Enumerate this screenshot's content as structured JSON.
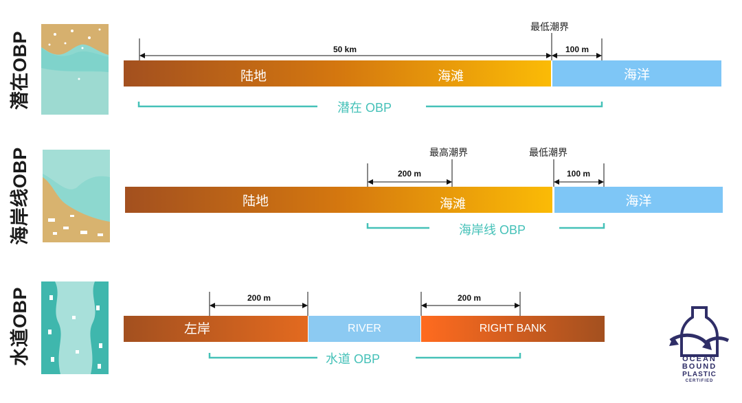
{
  "rows": [
    {
      "side_label": "潜在OBP",
      "segments": {
        "land": "陆地",
        "beach": "海滩",
        "ocean": "海洋"
      },
      "dims": {
        "main": "50 km",
        "short": "100 m"
      },
      "tide": {
        "low": "最低潮界"
      },
      "obp_label": "潜在 OBP"
    },
    {
      "side_label": "海岸线OBP",
      "segments": {
        "land": "陆地",
        "beach": "海滩",
        "ocean": "海洋"
      },
      "dims": {
        "main": "200 m",
        "short": "100 m"
      },
      "tide": {
        "high": "最高潮界",
        "low": "最低潮界"
      },
      "obp_label": "海岸线 OBP"
    },
    {
      "side_label": "水道OBP",
      "segments": {
        "left_bank": "左岸",
        "river": "RIVER",
        "right_bank": "RIGHT BANK"
      },
      "dims": {
        "left": "200 m",
        "right": "200 m"
      },
      "obp_label": "水道 OBP"
    }
  ],
  "logo": {
    "text": "OCEAN BOUND PLASTIC CERTIFIED",
    "lines": [
      "OCEAN",
      "BOUND",
      "PLASTIC",
      "CERTIFIED"
    ]
  },
  "colors": {
    "land_start": "#a3501f",
    "beach_end": "#fbbb06",
    "ocean": "#7ec6f6",
    "river": "#8ccaf2",
    "bracket": "#45c1b8",
    "logo": "#2f2e67"
  }
}
